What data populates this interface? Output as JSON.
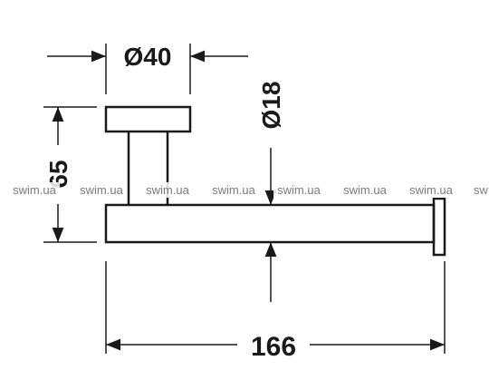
{
  "dimensions": {
    "diameter_mount": "Ø40",
    "diameter_rod": "Ø18",
    "height": "65",
    "length": "166"
  },
  "watermark": {
    "items": [
      "swim.ua",
      "swim.ua",
      "swim.ua",
      "swim.ua",
      "swim.ua",
      "swim.ua",
      "swim.ua",
      "sw"
    ]
  },
  "colors": {
    "line": "#1a1a1a",
    "watermark": "#7a7a7a",
    "background": "#ffffff"
  }
}
